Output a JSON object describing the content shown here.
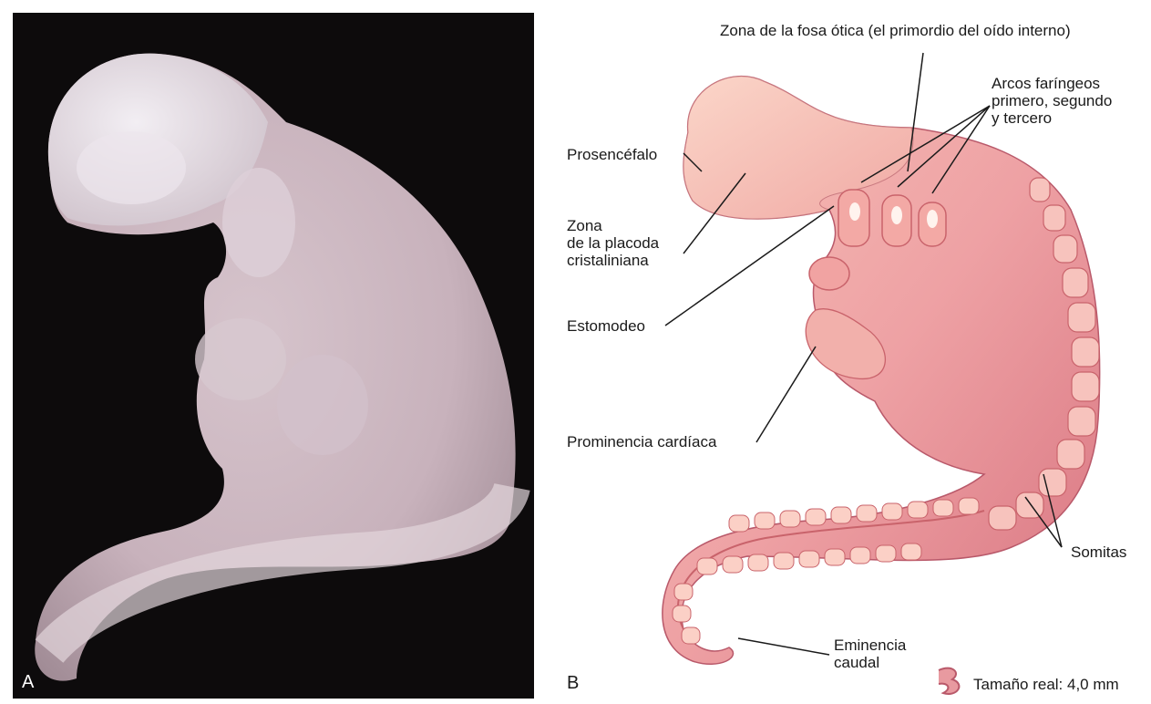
{
  "panels": {
    "a": {
      "letter": "A"
    },
    "b": {
      "letter": "B"
    }
  },
  "labels": {
    "otic": "Zona de la fosa ótica (el primordio del oído interno)",
    "arches": [
      "Arcos faríngeos",
      "primero, segundo",
      "y tercero"
    ],
    "forebrain": "Prosencéfalo",
    "lens": [
      "Zona",
      "de la placoda",
      "cristaliniana"
    ],
    "stomodeum": "Estomodeo",
    "cardiac": "Prominencia cardíaca",
    "somites": "Somitas",
    "caudal": [
      "Eminencia",
      "caudal"
    ],
    "size": "Tamaño real: 4,0 mm"
  },
  "colors": {
    "photo_background": "#0d0b0c",
    "embryo_photo": "#e8d9df",
    "embryo_drawing": "#eea1a4",
    "embryo_drawing_dark": "#c9636b",
    "head_light": "#f6c9bd"
  }
}
